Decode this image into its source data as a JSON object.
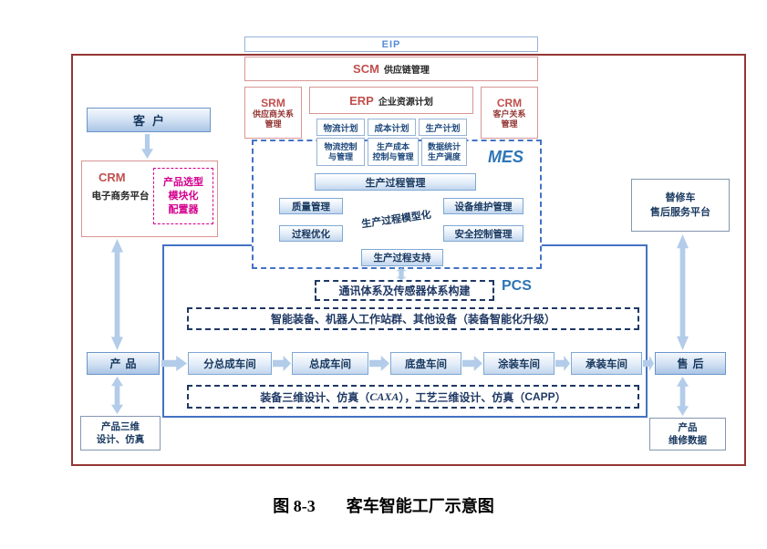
{
  "colors": {
    "accent_blue": "#2e75b6",
    "navy_text": "#17375e",
    "red_text": "#c0504d",
    "magenta_text": "#d6008f",
    "outer_border": "#943634",
    "box_fill_blue": "#c2d6ee"
  },
  "caption": {
    "fig": "图 8-3",
    "title": "客车智能工厂示意图"
  },
  "top": {
    "eip": "EIP",
    "scm_abbr": "SCM",
    "scm_label": "供应链管理",
    "srm_abbr": "SRM",
    "srm_l1": "供应商关系",
    "srm_l2": "管理",
    "erp_abbr": "ERP",
    "erp_label": "企业资源计划",
    "erp_plans": [
      "物流计划",
      "成本计划",
      "生产计划"
    ],
    "erp_ctrl": [
      {
        "l1": "物流控制",
        "l2": "与管理"
      },
      {
        "l1": "生产成本",
        "l2": "控制与管理"
      },
      {
        "l1": "数据统计",
        "l2": "生产调度"
      }
    ],
    "crm_abbr": "CRM",
    "crm_l1": "客户关系",
    "crm_l2": "管理"
  },
  "mes": {
    "label": "MES",
    "process_mgmt": "生产过程管理",
    "quality": "质量管理",
    "modeling": "生产过程模型化",
    "equip_maint": "设备维护管理",
    "optimization": "过程优化",
    "safety": "安全控制管理",
    "support": "生产过程支持"
  },
  "pcs": {
    "label": "PCS",
    "comm": "通讯体系及传感器体系构建",
    "smart": "智能装备、机器人工作站群、其他设备（装备智能化升级）",
    "workshops": [
      "分总成车间",
      "总成车间",
      "底盘车间",
      "涂装车间",
      "承装车间"
    ],
    "design_p1": "装备三维设计、仿真（",
    "design_caxa": "CAXA",
    "design_p2": "），工艺三维设计、仿真（",
    "design_capp": "CAPP",
    "design_p3": "）"
  },
  "left": {
    "customer": "客户",
    "crm_abbr": "CRM",
    "crm_label": "电子商务平台",
    "cfg_l1": "产品选型",
    "cfg_l2": "模块化",
    "cfg_l3": "配置器",
    "product": "产品",
    "pd_l1": "产品三维",
    "pd_l2": "设计、仿真"
  },
  "right": {
    "sv_l1": "替修车",
    "sv_l2": "售后服务平台",
    "aftersales": "售后",
    "rd_l1": "产品",
    "rd_l2": "维修数据"
  }
}
